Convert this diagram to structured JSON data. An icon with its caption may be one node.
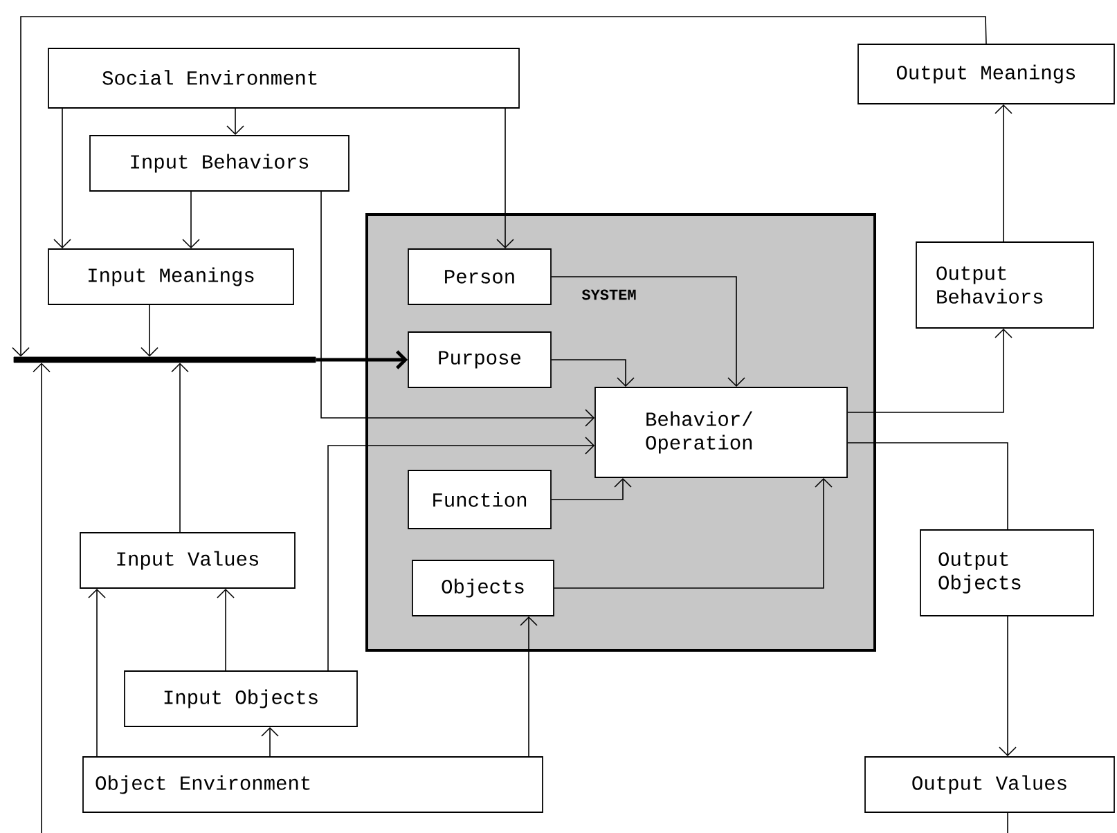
{
  "diagram": {
    "nodes": [
      {
        "text": [
          "Social Environment"
        ]
      },
      {
        "text": [
          "Input Behaviors"
        ]
      },
      {
        "text": [
          "Input Meanings"
        ]
      },
      {
        "text": [
          "SYSTEM"
        ]
      },
      {
        "text": [
          "Person"
        ],
        "in": 3
      },
      {
        "text": [
          "Purpose"
        ],
        "in": 3
      },
      {
        "text": [
          "Behavior/ Operation"
        ],
        "in": 3
      },
      {
        "text": [
          "Function"
        ],
        "in": 3
      },
      {
        "text": [
          "Objects"
        ],
        "in": 3
      },
      {
        "text": [
          "Input Values"
        ]
      },
      {
        "text": [
          "Input Objects"
        ]
      },
      {
        "text": [
          "Object Environment"
        ]
      },
      {
        "text": [
          "Output Meanings"
        ]
      },
      {
        "text": [
          "Output Behaviors"
        ]
      },
      {
        "text": [
          "Output Objects"
        ]
      },
      {
        "text": [
          "Output Values"
        ]
      },
      {
        "text": [],
        "shape": "bar"
      }
    ],
    "edges": [
      {
        "from": 0,
        "to": 1,
        "arrow": "to"
      },
      {
        "from": 0,
        "to": 2,
        "arrow": "to"
      },
      {
        "from": 0,
        "to": 4,
        "arrow": "to"
      },
      {
        "from": 1,
        "to": 2,
        "arrow": "to"
      },
      {
        "from": 1,
        "to": 6,
        "arrow": "to"
      },
      {
        "from": 2,
        "to": 16,
        "arrow": "to"
      },
      {
        "from": 9,
        "to": 16,
        "arrow": "to"
      },
      {
        "from": 12,
        "to": 16,
        "arrow": "to"
      },
      {
        "from": null,
        "to": 16,
        "arrow": "to"
      },
      {
        "from": 16,
        "to": 5,
        "arrow": "to",
        "style": "thick"
      },
      {
        "from": 4,
        "to": 6,
        "arrow": "to"
      },
      {
        "from": 5,
        "to": 6,
        "arrow": "to"
      },
      {
        "from": 10,
        "to": 6,
        "arrow": "to"
      },
      {
        "from": 7,
        "to": 6,
        "arrow": "to"
      },
      {
        "from": 8,
        "to": 6,
        "arrow": "to"
      },
      {
        "from": 11,
        "to": 9,
        "arrow": "to"
      },
      {
        "from": 10,
        "to": 9,
        "arrow": "to"
      },
      {
        "from": 11,
        "to": 10,
        "arrow": "to"
      },
      {
        "from": 11,
        "to": 8,
        "arrow": "to"
      },
      {
        "from": 6,
        "to": 13,
        "arrow": "to"
      },
      {
        "from": 6,
        "to": 14,
        "arrow": "none"
      },
      {
        "from": 14,
        "to": 15,
        "arrow": "to"
      },
      {
        "from": 13,
        "to": 12,
        "arrow": "to"
      },
      {
        "from": 15,
        "to": null,
        "arrow": "none"
      }
    ]
  }
}
